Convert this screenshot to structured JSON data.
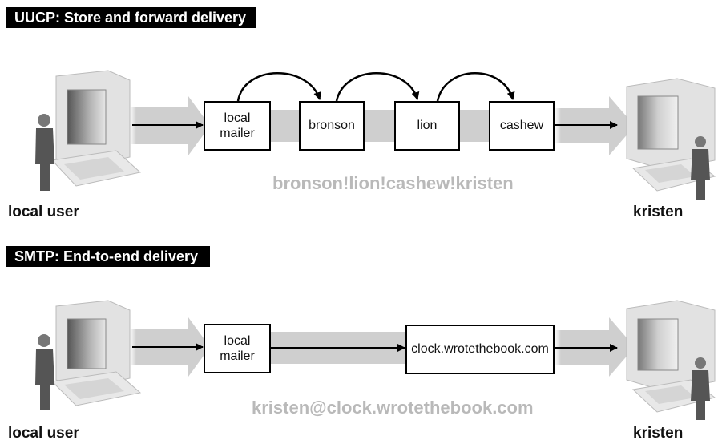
{
  "uucp": {
    "title": "UUCP: Store and forward delivery",
    "sender_label": "local user",
    "recipient_label": "kristen",
    "nodes": {
      "local_mailer_1": "local",
      "local_mailer_2": "mailer",
      "bronson": "bronson",
      "lion": "lion",
      "cashew": "cashew"
    },
    "address": "bronson!lion!cashew!kristen"
  },
  "smtp": {
    "title": "SMTP: End-to-end delivery",
    "sender_label": "local user",
    "recipient_label": "kristen",
    "nodes": {
      "local_mailer_1": "local",
      "local_mailer_2": "mailer",
      "remote_host": "clock.wrotethebook.com"
    },
    "address": "kristen@clock.wrotethebook.com"
  }
}
